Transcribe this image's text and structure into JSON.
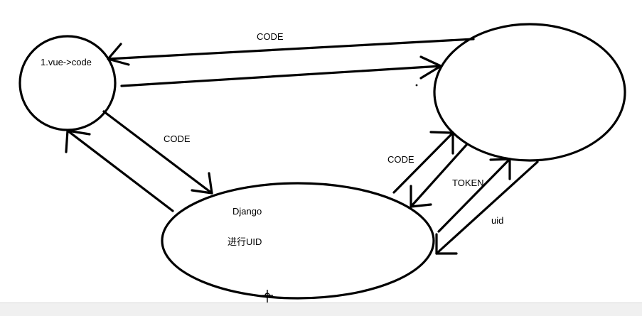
{
  "nodes": {
    "vue_client": {
      "label": "1.vue->code"
    },
    "auth_server": {
      "label": ""
    },
    "django_server": {
      "line1": "Django",
      "line2": "进行UID"
    }
  },
  "edges": {
    "server_to_vue": {
      "label": "CODE"
    },
    "vue_to_django": {
      "label": "CODE"
    },
    "django_to_server": {
      "label": "CODE"
    },
    "server_to_django_token": {
      "label": "TOKEN"
    },
    "server_to_django_uid": {
      "label": "uid"
    }
  }
}
